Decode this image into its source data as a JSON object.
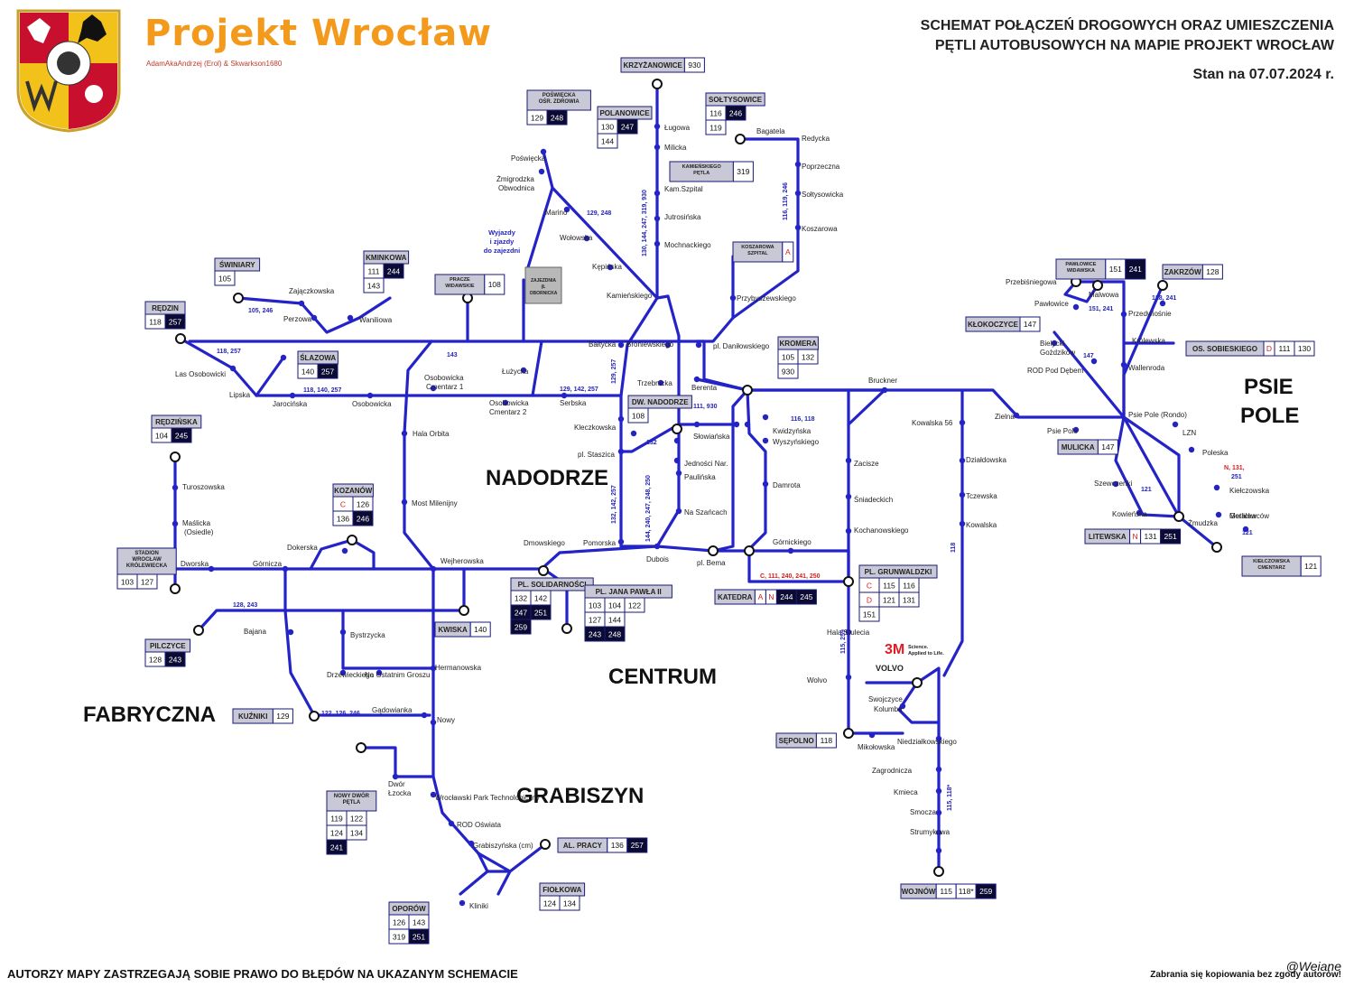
{
  "header": {
    "brand": "Projekt Wrocław",
    "authors": "AdamAkaAndrzej (Erol) & Skwarkson1680",
    "title_line1": "SCHEMAT POŁĄCZEŃ DROGOWYCH ORAZ UMIESZCZENIA",
    "title_line2": "PĘTLI AUTOBUSOWYCH NA MAPIE PROJEKT WROCŁAW",
    "date": "Stan na 07.07.2024 r."
  },
  "footer": {
    "disclaimer": "AUTORZY MAPY ZASTRZEGAJĄ SOBIE PRAWO DO BŁĘDÓW NA UKAZANYM SCHEMACIE",
    "copyright": "Zabrania się kopiowania bez zgody autorów!",
    "signature": "@Weiane"
  },
  "colors": {
    "line": "#2323c8",
    "box_border": "#1a1a7a",
    "box_dark": "#0a0a33",
    "route_label": "#2525b8",
    "red": "#d32020",
    "box_grey": "#c8c8d6"
  },
  "districts": {
    "nadodrze": "NADODRZE",
    "centrum": "CENTRUM",
    "fabryczna": "FABRYCZNA",
    "grabiszyn": "GRABISZYN",
    "psie_pole_1": "PSIE",
    "psie_pole_2": "POLE"
  },
  "logos": {
    "threem": "3M",
    "threem_tag1": "Science.",
    "threem_tag2": "Applied to Life.",
    "volvo": "VOLVO"
  },
  "loops": [
    {
      "id": "krzyzanowice",
      "name": [
        "KRZYŻANOWICE"
      ],
      "rows": [
        [
          {
            "t": "930"
          }
        ]
      ]
    },
    {
      "id": "poswiecka",
      "name": [
        "POŚWIĘCKA",
        "OŚR. ZDROWIA"
      ],
      "rows": [
        [
          {
            "t": "129"
          },
          {
            "t": "248",
            "d": 1
          }
        ]
      ]
    },
    {
      "id": "polanowice",
      "name": [
        "POLANOWICE"
      ],
      "rows": [
        [
          {
            "t": "130"
          },
          {
            "t": "247",
            "d": 1
          }
        ],
        [
          {
            "t": "144"
          }
        ]
      ]
    },
    {
      "id": "soltysowice",
      "name": [
        "SOŁTYSOWICE"
      ],
      "rows": [
        [
          {
            "t": "116"
          },
          {
            "t": "246",
            "d": 1
          }
        ],
        [
          {
            "t": "119"
          }
        ]
      ]
    },
    {
      "id": "kamienskiego",
      "name": [
        "KAMIEŃSKIEGO",
        "PĘTLA"
      ],
      "rows": [
        [
          {
            "t": "319"
          }
        ]
      ]
    },
    {
      "id": "koszarowa",
      "name": [
        "KOSZAROWA",
        "SZPITAL"
      ],
      "rows": [
        [
          {
            "t": "A",
            "r": 1
          }
        ]
      ]
    },
    {
      "id": "swiniary",
      "name": [
        "ŚWINIARY"
      ],
      "rows": [
        [
          {
            "t": "105"
          }
        ]
      ]
    },
    {
      "id": "kminkowa",
      "name": [
        "KMINKOWA"
      ],
      "rows": [
        [
          {
            "t": "111"
          },
          {
            "t": "244",
            "d": 1
          }
        ],
        [
          {
            "t": "143"
          }
        ]
      ]
    },
    {
      "id": "pracze",
      "name": [
        "PRACZE",
        "WIDAWSKIE"
      ],
      "rows": [
        [
          {
            "t": "108"
          }
        ]
      ]
    },
    {
      "id": "redzin",
      "name": [
        "RĘDZIN"
      ],
      "rows": [
        [
          {
            "t": "118"
          },
          {
            "t": "257",
            "d": 1
          }
        ]
      ]
    },
    {
      "id": "slazowa",
      "name": [
        "ŚLAZOWA"
      ],
      "rows": [
        [
          {
            "t": "140"
          },
          {
            "t": "257",
            "d": 1
          }
        ]
      ]
    },
    {
      "id": "kromera",
      "name": [
        "KROMERA"
      ],
      "rows": [
        [
          {
            "t": "105"
          },
          {
            "t": "132"
          }
        ],
        [
          {
            "t": "930"
          }
        ]
      ]
    },
    {
      "id": "pawlowice",
      "name": [
        "PAWŁOWICE",
        "WIDAWSKA"
      ],
      "rows": [
        [
          {
            "t": "151"
          },
          {
            "t": "241",
            "d": 1
          }
        ]
      ]
    },
    {
      "id": "zakrzow",
      "name": [
        "ZAKRZÓW"
      ],
      "rows": [
        [
          {
            "t": "128"
          }
        ]
      ]
    },
    {
      "id": "klokoczyce",
      "name": [
        "KŁOKOCZYCE"
      ],
      "rows": [
        [
          {
            "t": "147"
          }
        ]
      ]
    },
    {
      "id": "sobieskiego",
      "name": [
        "OS. SOBIESKIEGO"
      ],
      "rows": [
        [
          {
            "t": "D",
            "r": 1
          },
          {
            "t": "111"
          },
          {
            "t": "130"
          }
        ]
      ]
    },
    {
      "id": "dw_nadodrze",
      "name": [
        "DW. NADODRZE"
      ],
      "rows": [
        [
          {
            "t": "108"
          }
        ]
      ]
    },
    {
      "id": "rydzinska",
      "name": [
        "RĘDZIŃSKA"
      ],
      "rows": [
        [
          {
            "t": "104"
          },
          {
            "t": "245",
            "d": 1
          }
        ]
      ]
    },
    {
      "id": "kozanow",
      "name": [
        "KOZANÓW"
      ],
      "rows": [
        [
          {
            "t": "C",
            "r": 1
          },
          {
            "t": "126"
          }
        ],
        [
          {
            "t": "136"
          },
          {
            "t": "246",
            "d": 1
          }
        ]
      ]
    },
    {
      "id": "stadion",
      "name": [
        "STADION",
        "WROCŁAW",
        "KRÓLEWIECKA"
      ],
      "rows": [
        [
          {
            "t": "103"
          },
          {
            "t": "127"
          }
        ]
      ]
    },
    {
      "id": "mulicka",
      "name": [
        "MULICKA"
      ],
      "rows": [
        [
          {
            "t": "147"
          }
        ]
      ]
    },
    {
      "id": "litewska",
      "name": [
        "LITEWSKA"
      ],
      "rows": [
        [
          {
            "t": "N",
            "r": 1
          },
          {
            "t": "131"
          },
          {
            "t": "251",
            "d": 1
          }
        ]
      ]
    },
    {
      "id": "kielczowska",
      "name": [
        "KIEŁCZOWSKA",
        "CMENTARZ"
      ],
      "rows": [
        [
          {
            "t": "121"
          }
        ]
      ]
    },
    {
      "id": "solidarnosci",
      "name": [
        "PL. SOLIDARNOŚCI"
      ],
      "rows": [
        [
          {
            "t": "132"
          },
          {
            "t": "142"
          }
        ],
        [
          {
            "t": "247",
            "d": 1
          },
          {
            "t": "251",
            "d": 1
          }
        ],
        [
          {
            "t": "259",
            "d": 1
          }
        ]
      ]
    },
    {
      "id": "jana_pawla",
      "name": [
        "PL. JANA PAWŁA II"
      ],
      "rows": [
        [
          {
            "t": "103"
          },
          {
            "t": "104"
          },
          {
            "t": "122"
          }
        ],
        [
          {
            "t": "127"
          },
          {
            "t": "144"
          }
        ],
        [
          {
            "t": "243",
            "d": 1
          },
          {
            "t": "248",
            "d": 1
          }
        ]
      ]
    },
    {
      "id": "katedra",
      "name": [
        "KATEDRA"
      ],
      "rows": [
        [
          {
            "t": "A",
            "r": 1
          },
          {
            "t": "N",
            "r": 1
          },
          {
            "t": "244",
            "d": 1
          },
          {
            "t": "245",
            "d": 1
          }
        ]
      ]
    },
    {
      "id": "grunwaldzki",
      "name": [
        "PL. GRUNWALDZKI"
      ],
      "rows": [
        [
          {
            "t": "C",
            "r": 1
          },
          {
            "t": "115"
          },
          {
            "t": "116"
          }
        ],
        [
          {
            "t": "D",
            "r": 1
          },
          {
            "t": "121"
          },
          {
            "t": "131"
          }
        ],
        [
          {
            "t": "151"
          }
        ]
      ]
    },
    {
      "id": "kwiska",
      "name": [
        "KWISKA"
      ],
      "rows": [
        [
          {
            "t": "140"
          }
        ]
      ]
    },
    {
      "id": "pilczyce",
      "name": [
        "PILCZYCE"
      ],
      "rows": [
        [
          {
            "t": "128"
          },
          {
            "t": "243",
            "d": 1
          }
        ]
      ]
    },
    {
      "id": "kuzniki",
      "name": [
        "KUŹNIKI"
      ],
      "rows": [
        [
          {
            "t": "129"
          }
        ]
      ]
    },
    {
      "id": "sepolno",
      "name": [
        "SĘPOLNO"
      ],
      "rows": [
        [
          {
            "t": "118"
          }
        ]
      ]
    },
    {
      "id": "nowy_dwor",
      "name": [
        "NOWY DWÓR",
        "PĘTLA"
      ],
      "rows": [
        [
          {
            "t": "119"
          },
          {
            "t": "122"
          }
        ],
        [
          {
            "t": "124"
          },
          {
            "t": "134"
          }
        ],
        [
          {
            "t": "241",
            "d": 1
          }
        ]
      ]
    },
    {
      "id": "al_pracy",
      "name": [
        "AL. PRACY"
      ],
      "rows": [
        [
          {
            "t": "136"
          },
          {
            "t": "257",
            "d": 1
          }
        ]
      ]
    },
    {
      "id": "fiolkowa",
      "name": [
        "FIOŁKOWA"
      ],
      "rows": [
        [
          {
            "t": "124"
          },
          {
            "t": "134"
          }
        ]
      ]
    },
    {
      "id": "oporow",
      "name": [
        "OPORÓW"
      ],
      "rows": [
        [
          {
            "t": "126"
          },
          {
            "t": "143"
          }
        ],
        [
          {
            "t": "319"
          },
          {
            "t": "251",
            "d": 1
          }
        ]
      ]
    },
    {
      "id": "wojnow",
      "name": [
        "WOJNÓW"
      ],
      "rows": [
        [
          {
            "t": "115"
          },
          {
            "t": "118*"
          },
          {
            "t": "259",
            "d": 1
          }
        ]
      ]
    }
  ],
  "depot": {
    "name": "ZAJEZDNIA\n(Ł\nOBORNICKA",
    "note": [
      "Wyjazdy",
      "i zjazdy",
      "do zajezdni"
    ]
  },
  "stops": [
    "Ługowa",
    "Milicka",
    "Kam.Szpital",
    "Jutrosińska",
    "Mochnackiego",
    "Kamieńskiego",
    "Poświęcka",
    "Żmigrodzka",
    "Obwodnica",
    "Marino",
    "Wołowska",
    "Kępińska",
    "Bagatela",
    "Redycka",
    "Poprzeczna",
    "Sołtysowicka",
    "Koszarowa",
    "Przybyszewskiego",
    "Zajączkowska",
    "Perzowa",
    "Waniliowa",
    "Las Osobowicki",
    "Lipska",
    "Jarocińska",
    "Osobowicka",
    "Osobowicka",
    "Cmentarz 1",
    "Osobowicka",
    "Cmentarz 2",
    "Łużycka",
    "Bałtycka",
    "Broniewskiego",
    "pl. Daniłowskiego",
    "Serbska",
    "Trzebnicka",
    "Berenta",
    "Bruckner",
    "Kleczkowska",
    "pl. Staszica",
    "Słowiańska",
    "Jedności Nar.",
    "Paulińska",
    "Na Szańcach",
    "Kwidzyńska",
    "Wyszyńskiego",
    "Damrota",
    "Hala Orbita",
    "Most Milenijny",
    "Turoszowska",
    "Maślicka",
    "(Osiedle)",
    "Dworska",
    "Górnicza",
    "Dokerska",
    "Wejherowska",
    "Dmowskiego",
    "Pomorska",
    "Dubois",
    "pl. Bema",
    "Górnickiego",
    "Zacisze",
    "Śniadeckich",
    "Kochanowskiego",
    "Kowalska 56",
    "Działdowska",
    "Tczewska",
    "Kowalska",
    "Zielna",
    "Psie Pole",
    "Psie Pole (Rondo)",
    "Przebiśniegowa",
    "Pawłowice",
    "Malwowa",
    "Przedwiośnie",
    "Królewska",
    "Bielycki",
    "Gożdzików",
    "ROD Pod Dębem",
    "Wallenroda",
    "LZN",
    "Poleska",
    "Kiełczowska",
    "Gorlicka",
    "Szewczenki",
    "Kowieńska",
    "Żmudzka",
    "Metalowców",
    "Bajana",
    "Bystrzycka",
    "Drzewieckiego",
    "Na Ostatnim Groszu",
    "Hermanowska",
    "Gądowianka",
    "Nowy",
    "Dwór",
    "Łzocka",
    "Wrocławski Park Technologiczny",
    "ROD Oświata",
    "Grabiszyńska (cm)",
    "Kliniki",
    "Hala Stulecia",
    "Wolvo",
    "Swojczyce",
    "Kolumba",
    "Mikołowska",
    "Niedziałkowskiego",
    "Zagrodnicza",
    "Kmieca",
    "Smocza",
    "Strumykowa"
  ],
  "route_labels": [
    "129, 248",
    "130, 144, 247, 319, 930",
    "116, 119, 246",
    "105, 246",
    "118, 257",
    "118, 140, 257",
    "143",
    "129, 142, 257",
    "129, 257",
    "111, 930",
    "116, 118",
    "132",
    "132, 142, 257",
    "144, 240, 247, 248, 250",
    "C, 111, 240, 241, 250",
    "128, 243",
    "122, 126, 246",
    "115, 259",
    "118",
    "115, 118*",
    "128, 241",
    "151, 241",
    "147",
    "N, 131,",
    "251",
    "121",
    "121"
  ]
}
